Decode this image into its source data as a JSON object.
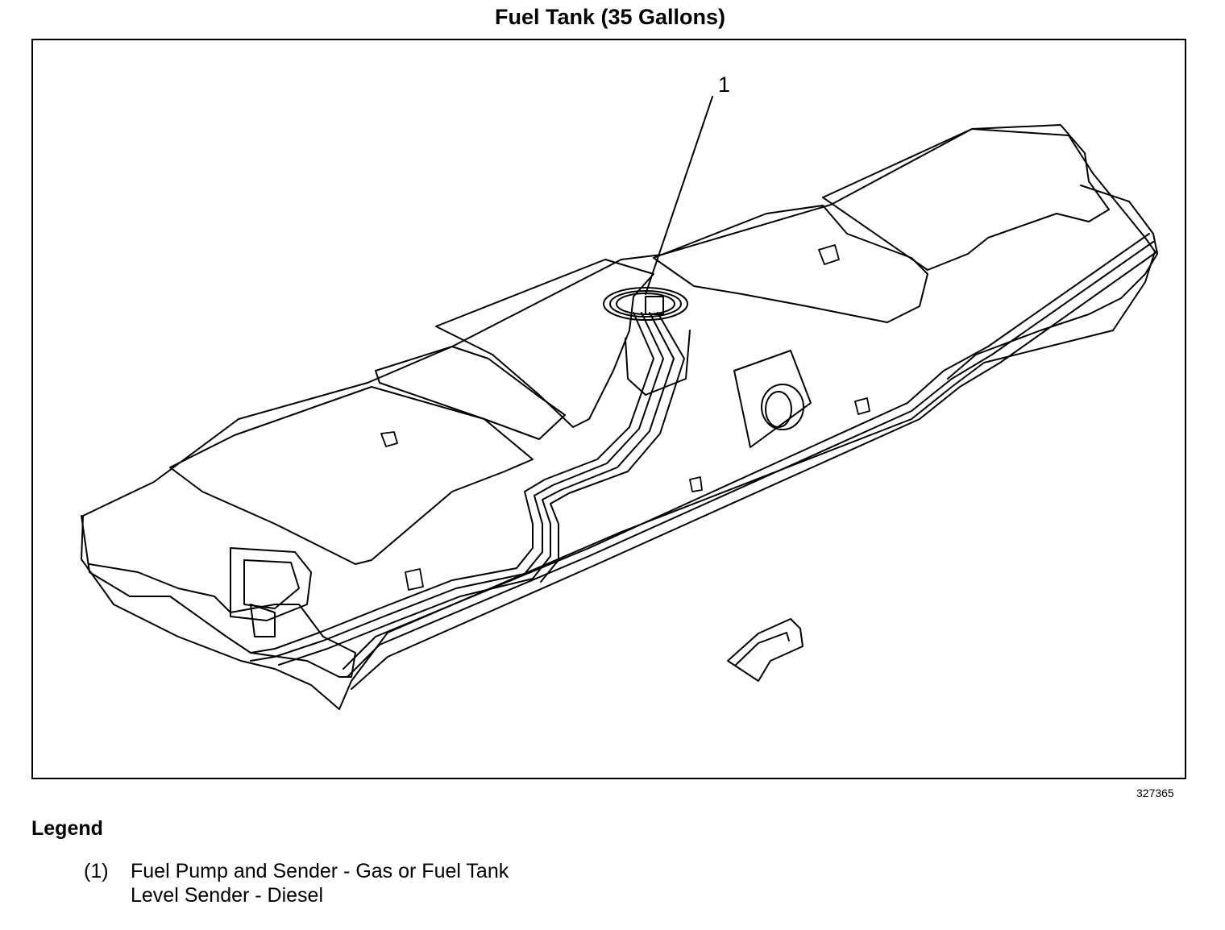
{
  "diagram": {
    "title": "Fuel Tank (35 Gallons)",
    "callouts": [
      {
        "label": "1"
      }
    ],
    "figure_id": "327365"
  },
  "legend": {
    "heading": "Legend",
    "items": [
      {
        "number": "(1)",
        "line1": "Fuel Pump and Sender - Gas or Fuel Tank",
        "line2": "Level Sender - Diesel"
      }
    ]
  },
  "colors": {
    "ink": "#000000",
    "background": "#ffffff"
  }
}
